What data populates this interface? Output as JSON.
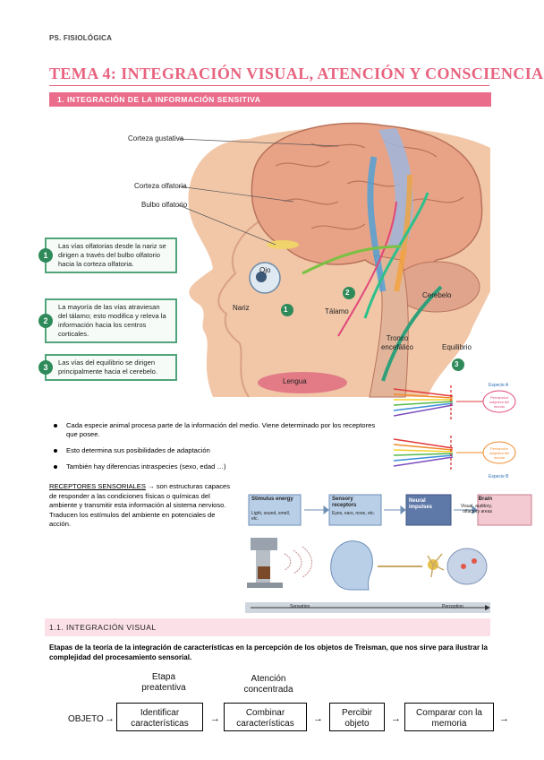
{
  "header": {
    "label": "PS. FISIOLÓGICA"
  },
  "title": "TEMA 4: INTEGRACIÓN VISUAL, ATENCIÓN Y CONSCIENCIA",
  "section1": {
    "heading": "1.   INTEGRACIÓN DE LA INFORMACIÓN SENSITIVA"
  },
  "anatomy": {
    "labels": {
      "corteza_gustativa": "Corteza gustativa",
      "corteza_olfatoria": "Corteza olfatoria",
      "bulbo_olfatorio": "Bulbo olfatorio",
      "ojo": "Ojo",
      "nariz": "Nariz",
      "talamo": "Tálamo",
      "cerebelo": "Cerebelo",
      "tronco": "Tronco encefálico",
      "equilibrio": "Equilibrio",
      "lengua": "Lengua"
    },
    "notes": [
      {
        "num": "1",
        "text": "Las vías olfatorias desde la nariz se dirigen a través del bulbo olfatorio hacia la corteza olfatoria."
      },
      {
        "num": "2",
        "text": "La mayoría de las vías atraviesan del tálamo; esto modifica y releva la información hacia los centros corticales."
      },
      {
        "num": "3",
        "text": "Las vías del equilibrio se dirigen principalmente hacia el cerebelo."
      }
    ],
    "badge_numbers": [
      "1",
      "2",
      "3"
    ]
  },
  "spectrum": {
    "species_a": "Especie A",
    "species_b": "Especie B",
    "box_a": "Percepción subjetiva del mundo",
    "box_b": "Percepción subjetiva del mundo"
  },
  "bullets": [
    "Cada especie animal procesa parte de la información del medio. Viene determinado por los receptores que posee.",
    "Esto determina sus posibilidades de adaptación",
    "También hay diferencias intraspecies (sexo, edad …)"
  ],
  "receptores": {
    "term": "RECEPTORES SENSORIALES",
    "arrow": " → ",
    "definition": "son estructuras capaces de responder a las condiciones físicas o químicas del ambiente y transmitir esta información al sistema nervioso. Traducen los estímulos del ambiente en potenciales de acción."
  },
  "flow": {
    "steps": [
      {
        "title": "Stimulus energy",
        "detail": "Light, sound, smell, etc."
      },
      {
        "title": "Sensory receptors",
        "detail": "Eyes, ears, nose, etc."
      },
      {
        "title": "Neural impulses",
        "detail": ""
      },
      {
        "title": "Brain",
        "detail": "Visual, auditory, olfactory areas"
      }
    ],
    "sensation": "Sensation",
    "perception": "Perception"
  },
  "section11": {
    "heading": "1.1.       INTEGRACIÓN VISUAL"
  },
  "intro": "Etapas de la teoría de la integración de características en la percepción de los objetos de Treisman, que nos sirve para ilustrar la complejidad del procesamiento sensorial.",
  "stages": {
    "etapa_preatentiva": "Etapa preatentiva",
    "atencion_concentrada": "Atención concentrada",
    "objeto": "OBJETO",
    "arrow": "→",
    "boxes": [
      "Identificar características",
      "Combinar características",
      "Percibir objeto",
      "Comparar con la memoria"
    ]
  },
  "colors": {
    "accent": "#e8637f",
    "section_bar": "#ea6d8c",
    "subsection_bar": "#fbe0e7",
    "note_border": "#52a47a"
  }
}
